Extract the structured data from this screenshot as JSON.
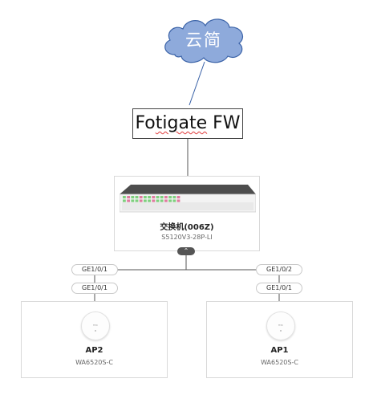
{
  "cloud": {
    "label": "云简",
    "fill": "#8eaadb",
    "stroke": "#3a62a7"
  },
  "firewall": {
    "label_prefix": "Fo",
    "label_squiggle": "tigate",
    "label_suffix": " FW"
  },
  "switch": {
    "name": "交换机(006Z)",
    "model": "S5120V3-28P-LI",
    "collapse_icon": "chevron-up-icon"
  },
  "ports": {
    "switch_left": "GE1/0/1",
    "switch_right": "GE1/0/2",
    "ap2_uplink": "GE1/0/1",
    "ap1_uplink": "GE1/0/1"
  },
  "aps": [
    {
      "name": "AP2",
      "model": "WA6520S-C"
    },
    {
      "name": "AP1",
      "model": "WA6520S-C"
    }
  ],
  "colors": {
    "line": "#555555",
    "link_blue": "#3a62a7",
    "port_green": "#7ed07e"
  }
}
